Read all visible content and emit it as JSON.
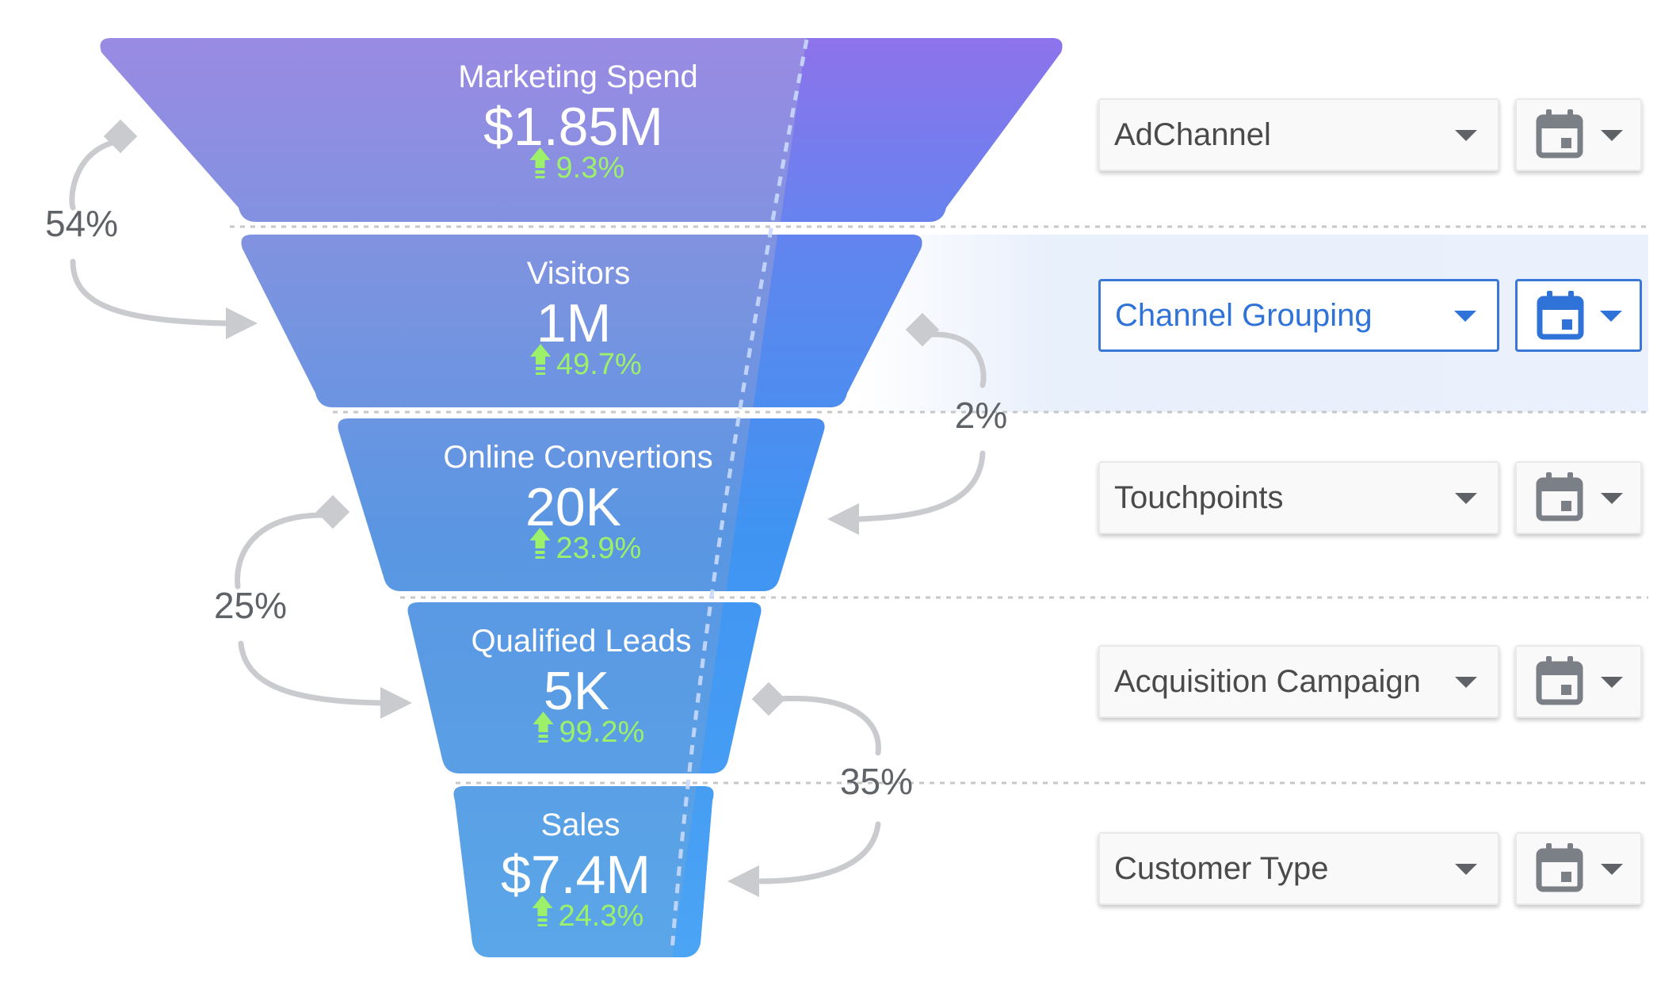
{
  "funnel": {
    "stages": [
      {
        "name": "Marketing Spend",
        "value": "$1.85M",
        "change": "9.3%"
      },
      {
        "name": "Visitors",
        "value": "1M",
        "change": "49.7%"
      },
      {
        "name": "Online Convertions",
        "value": "20K",
        "change": "23.9%"
      },
      {
        "name": "Qualified Leads",
        "value": "5K",
        "change": "99.2%"
      },
      {
        "name": "Sales",
        "value": "$7.4M",
        "change": "24.3%"
      }
    ],
    "conversions": [
      {
        "label": "54%"
      },
      {
        "label": "2%"
      },
      {
        "label": "25%"
      },
      {
        "label": "35%"
      }
    ]
  },
  "filters": [
    {
      "label": "AdChannel",
      "active": false
    },
    {
      "label": "Channel Grouping",
      "active": true
    },
    {
      "label": "Touchpoints",
      "active": false
    },
    {
      "label": "Acquisition Campaign",
      "active": false
    },
    {
      "label": "Customer Type",
      "active": false
    }
  ],
  "colors": {
    "active_accent": "#2f73d8",
    "change_positive": "#9cf06a",
    "arrow": "#c9cbcf"
  },
  "icons": {
    "up": "arrow-up-icon",
    "calendar": "calendar-icon",
    "dropdown": "chevron-down-icon",
    "flow": "diamond-icon"
  }
}
